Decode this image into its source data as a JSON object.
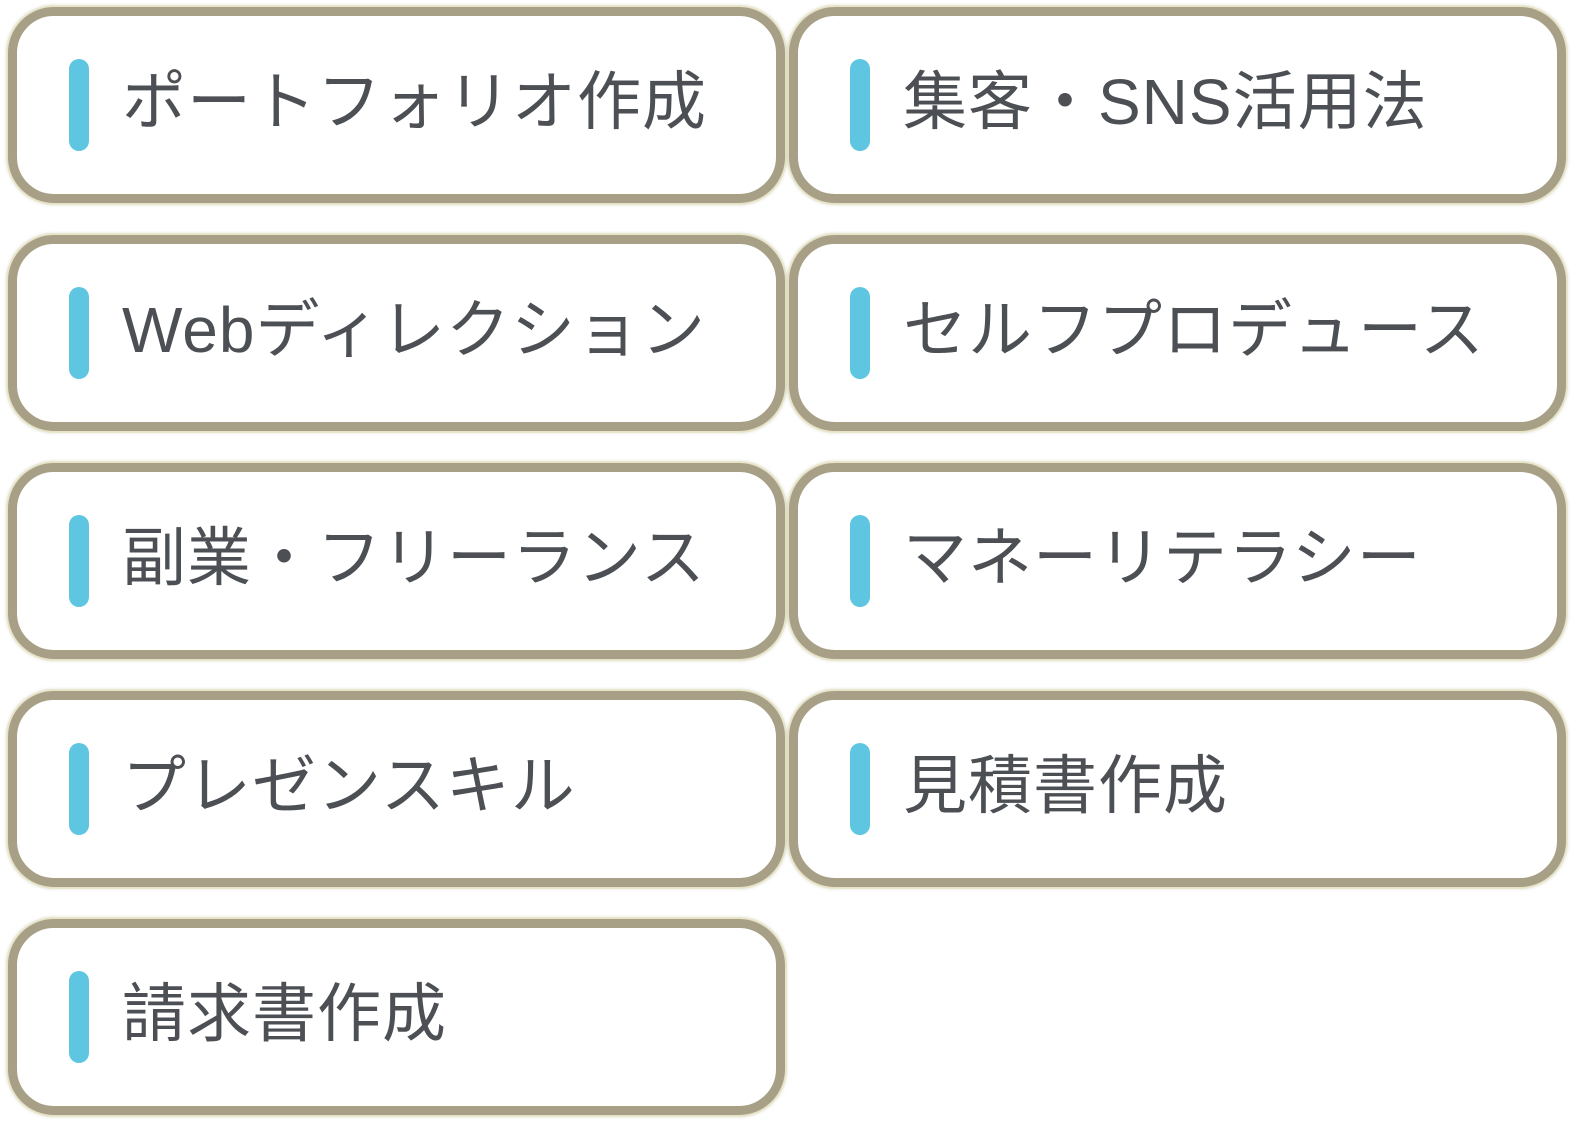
{
  "style": {
    "page_background": "#ffffff",
    "card_background": "#ffffff",
    "card_border_color": "#a8a086",
    "accent_bar_color": "#5ec6e1",
    "label_color": "#4c4f54"
  },
  "cards": [
    {
      "label": "ポートフォリオ作成"
    },
    {
      "label": "集客・SNS活用法"
    },
    {
      "label": "Webディレクション"
    },
    {
      "label": "セルフプロデュース"
    },
    {
      "label": "副業・フリーランス"
    },
    {
      "label": "マネーリテラシー"
    },
    {
      "label": "プレゼンスキル"
    },
    {
      "label": "見積書作成"
    },
    {
      "label": "請求書作成"
    }
  ]
}
